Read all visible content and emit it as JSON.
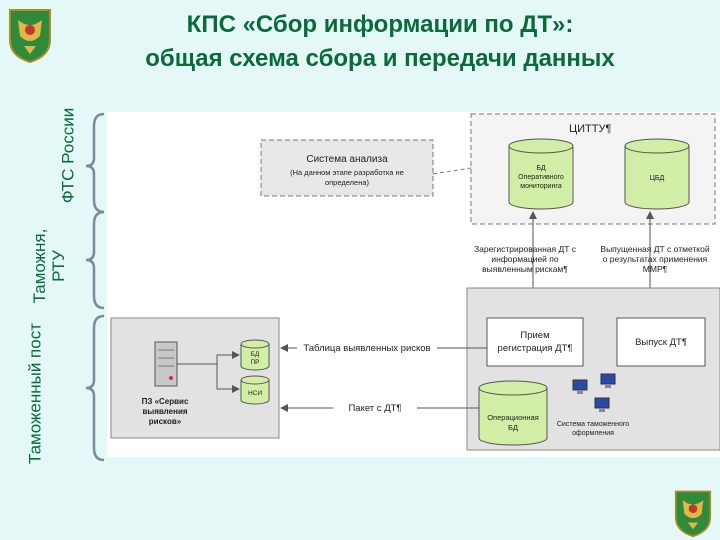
{
  "title": {
    "line1": "КПС «Сбор информации по ДТ»:",
    "line2": "общая схема сбора и передачи данных"
  },
  "side_labels": {
    "fts": "ФТС России",
    "customs_line1": "Таможня,",
    "customs_line2": "РТУ",
    "post": "Таможенный пост"
  },
  "diagram": {
    "cittu_label": "ЦИТТУ¶",
    "analysis_system_title": "Система анализа",
    "analysis_system_note_line1": "(На данном этапе разработка не",
    "analysis_system_note_line2": "определена)",
    "db_monitoring_line1": "БД",
    "db_monitoring_line2": "Оперативного",
    "db_monitoring_line3": "мониторинга",
    "cbd_label": "ЦБД",
    "registered_line1": "Зарегистрированная ДТ с",
    "registered_line2": "информацией по",
    "registered_line3": "выявленным рискам¶",
    "released_line1": "Выпущенная ДТ с отметкой",
    "released_line2": "о результатах применения",
    "released_line3": "ММР¶",
    "reception_line1": "Прием",
    "reception_line2": "регистрация ДТ¶",
    "release_label": "Выпуск ДТ¶",
    "risks_table_label": "Таблица выявленных рисков",
    "package_label": "Пакет с ДТ¶",
    "db_pr_line1": "БД",
    "db_pr_line2": "ПР",
    "nsi_label": "НСИ",
    "service_line1": "ПЗ «Сервис",
    "service_line2": "выявления",
    "service_line3": "рисков»",
    "operational_db_line1": "Операционная",
    "operational_db_line2": "БД",
    "customs_system_line1": "Система таможенного",
    "customs_system_line2": "оформления"
  },
  "colors": {
    "title": "#0a6a3a",
    "background": "#e4f8f8",
    "db_green": "#d2eea6",
    "panel_gray": "#e2e2e2"
  }
}
